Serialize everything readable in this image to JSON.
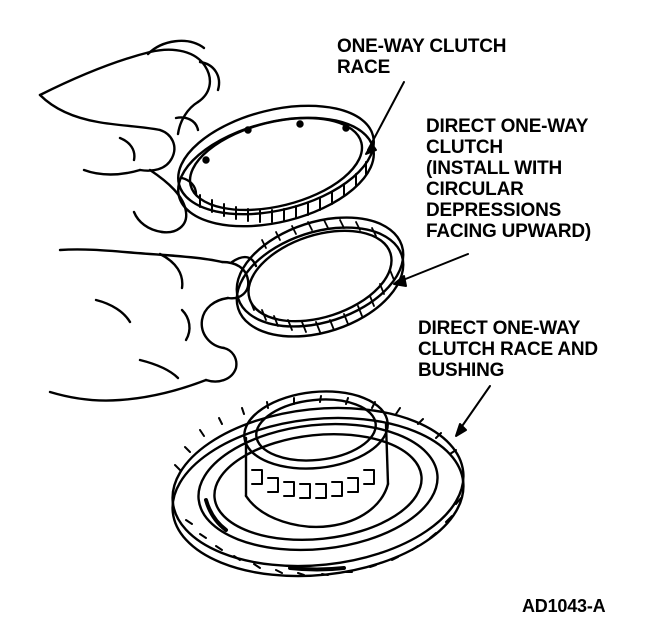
{
  "labels": {
    "race": "ONE-WAY CLUTCH\nRACE",
    "clutch": "DIRECT ONE-WAY\nCLUTCH\n(INSTALL WITH\nCIRCULAR\nDEPRESSIONS\nFACING UPWARD)",
    "direct_race": "DIRECT ONE-WAY\nCLUTCH RACE AND\nBUSHING",
    "figure_id": "AD1043-A"
  },
  "colors": {
    "ink": "#000000",
    "paper": "#ffffff"
  }
}
